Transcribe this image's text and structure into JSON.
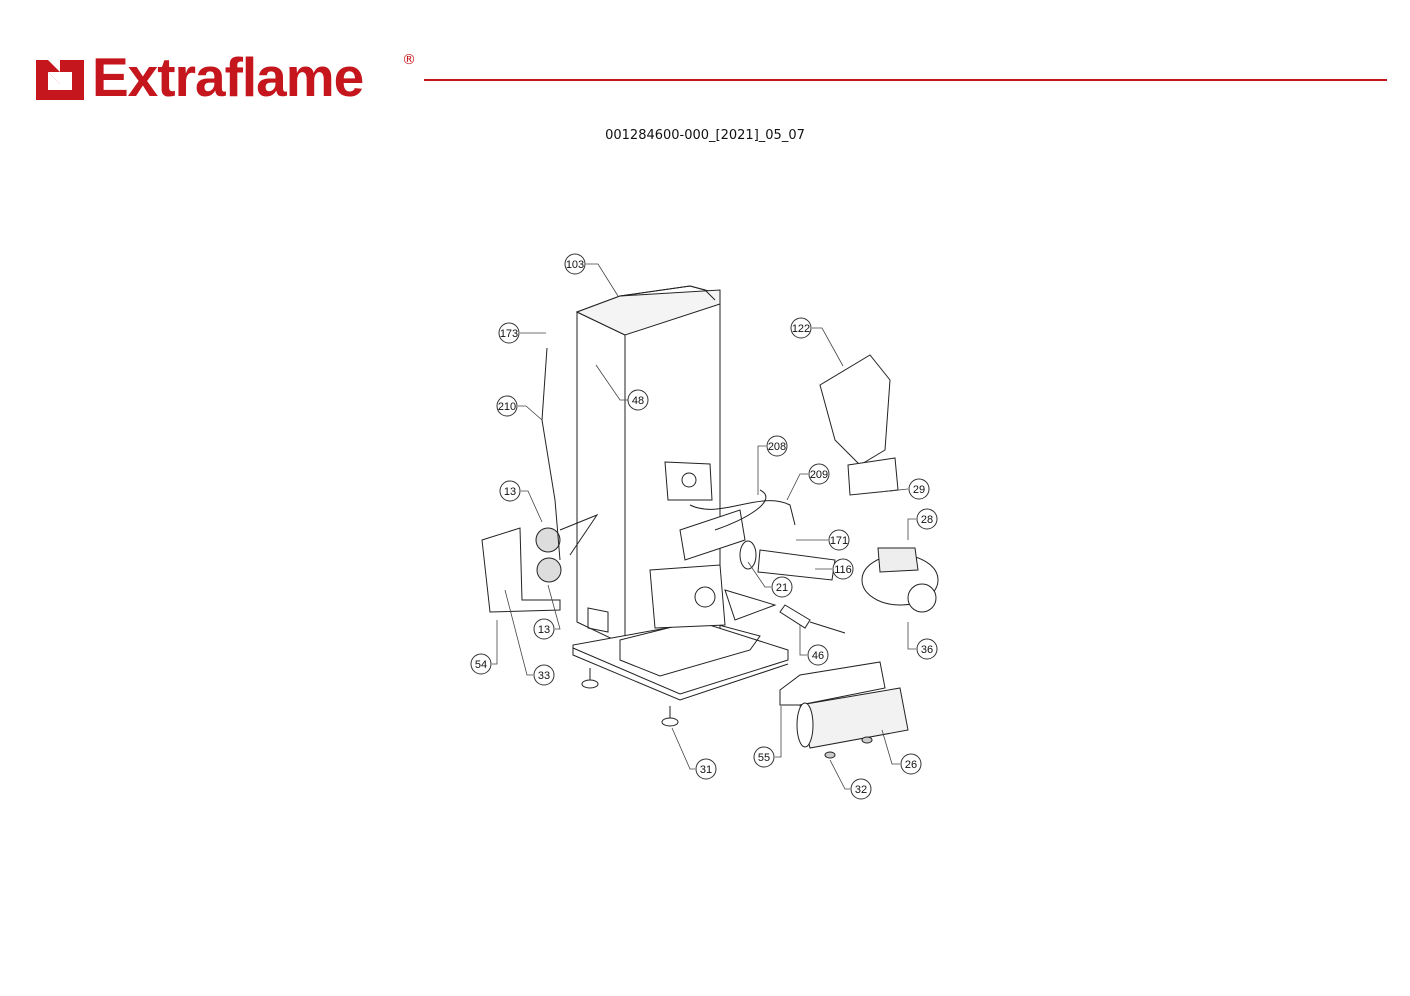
{
  "header": {
    "brand": "Extraflame",
    "registered_mark": "®",
    "brand_color": "#c4161c"
  },
  "document": {
    "code": "001284600-000_[2021]_05_07"
  },
  "diagram": {
    "callouts": [
      "103",
      "173",
      "48",
      "210",
      "122",
      "208",
      "209",
      "29",
      "28",
      "13",
      "171",
      "116",
      "21",
      "13",
      "36",
      "46",
      "54",
      "33",
      "55",
      "26",
      "31",
      "32"
    ]
  }
}
